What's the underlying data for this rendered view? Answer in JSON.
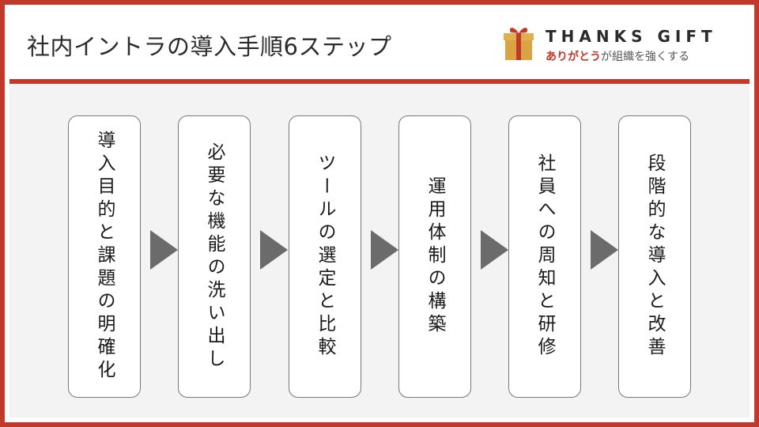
{
  "header": {
    "title": "社内イントラの導入手順6ステップ",
    "logo_name": "THANKS GIFT",
    "logo_tagline_accent": "ありがとう",
    "logo_tagline_rest": "が組織を強くする"
  },
  "steps": [
    {
      "label": "導入目的と課題の明確化"
    },
    {
      "label": "必要な機能の洗い出し"
    },
    {
      "label": "ツールの選定と比較"
    },
    {
      "label": "運用体制の構築"
    },
    {
      "label": "社員への周知と研修"
    },
    {
      "label": "段階的な導入と改善"
    }
  ],
  "colors": {
    "frame_accent": "#c0392b",
    "arrow": "#6b6b6b",
    "panel_background": "#f3f3f3",
    "gift_box": "#d9a441",
    "gift_ribbon": "#c0392b"
  },
  "icons": {
    "logo": "gift-box-icon",
    "connector": "arrow-right-icon"
  }
}
